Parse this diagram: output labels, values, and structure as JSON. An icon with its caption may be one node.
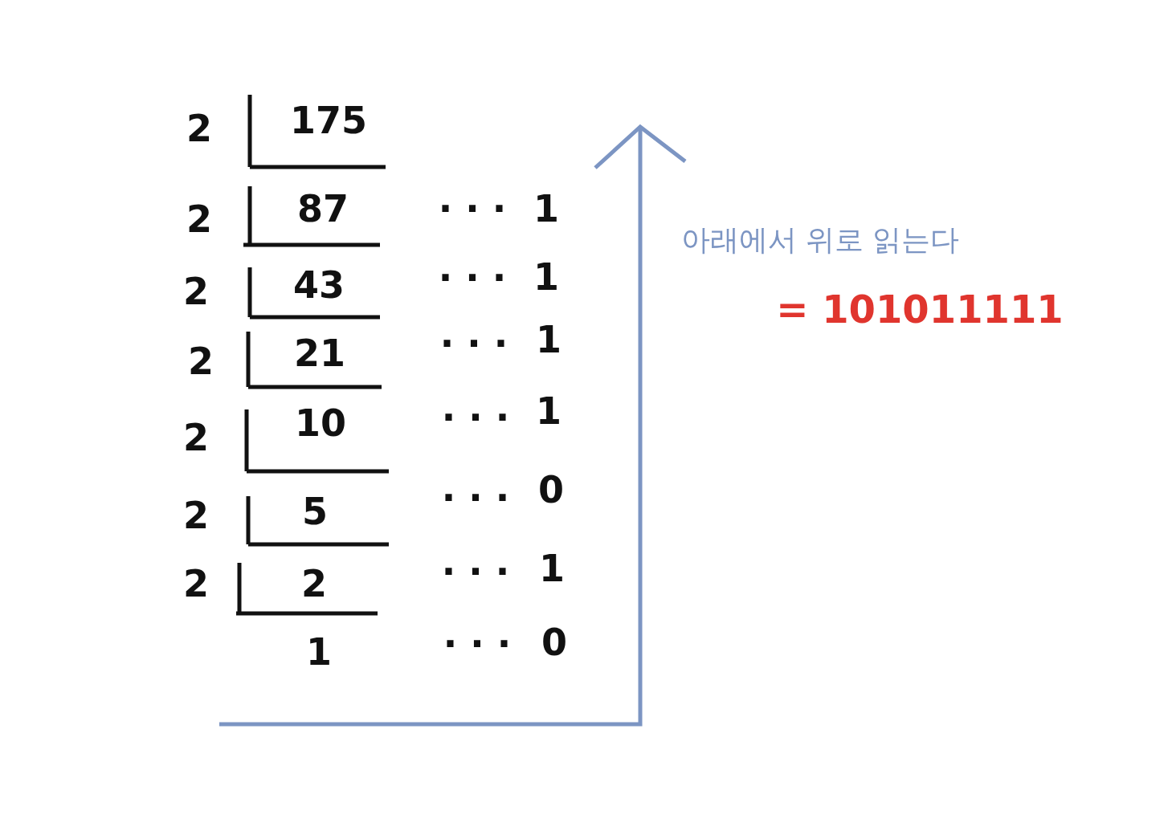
{
  "diagram": {
    "labels": [
      "2",
      "175",
      "2",
      "87",
      "· · ·",
      "1",
      "2",
      "43",
      "· · ·",
      "1",
      "2",
      "21",
      "· · ·",
      "1",
      "2",
      "10",
      "· · ·",
      "1",
      "2",
      "5",
      "· · ·",
      "0",
      "2",
      "2",
      "· · ·",
      "1",
      "1",
      "· · ·",
      "0",
      "아래에서 위로 읽는다",
      "= 101011111"
    ]
  }
}
